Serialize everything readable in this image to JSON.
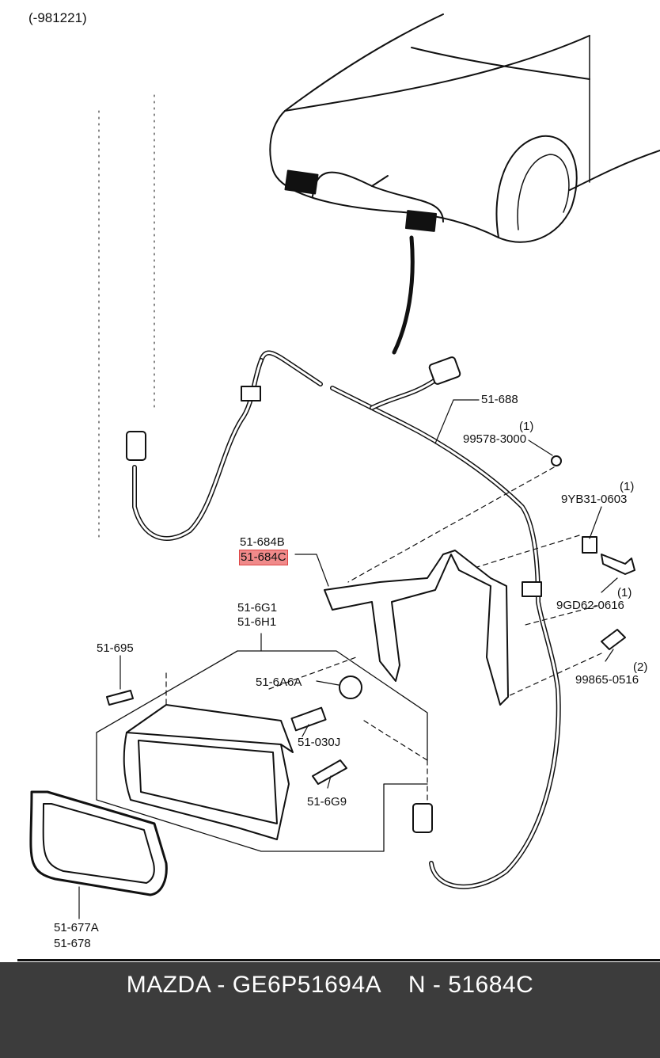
{
  "diagram": {
    "variant_code": "(-981221)",
    "callouts": {
      "harness": "51-688",
      "nut_qty": "(1)",
      "nut": "99578-3000",
      "clip_qty": "(1)",
      "clip": "9YB31-0603",
      "bracket_b": "51-684B",
      "bracket_c": "51-684C",
      "bolt_qty": "(1)",
      "bolt": "9GD62-0616",
      "lamp_g1": "51-6G1",
      "lamp_h1": "51-6H1",
      "screw": "51-695",
      "screw2_qty": "(2)",
      "screw2": "99865-0516",
      "socket": "51-6A6A",
      "bulb": "51-030J",
      "adjuster": "51-6G9",
      "bezel_a": "51-677A",
      "bezel": "51-678"
    },
    "highlighted_part": "51-684C",
    "colors": {
      "highlight": "#f08a8a",
      "footer_bg": "#3c3c3c",
      "line": "#111111"
    }
  },
  "footer": {
    "label": "MAZDA - GE6P51694A    N - 51684C"
  }
}
